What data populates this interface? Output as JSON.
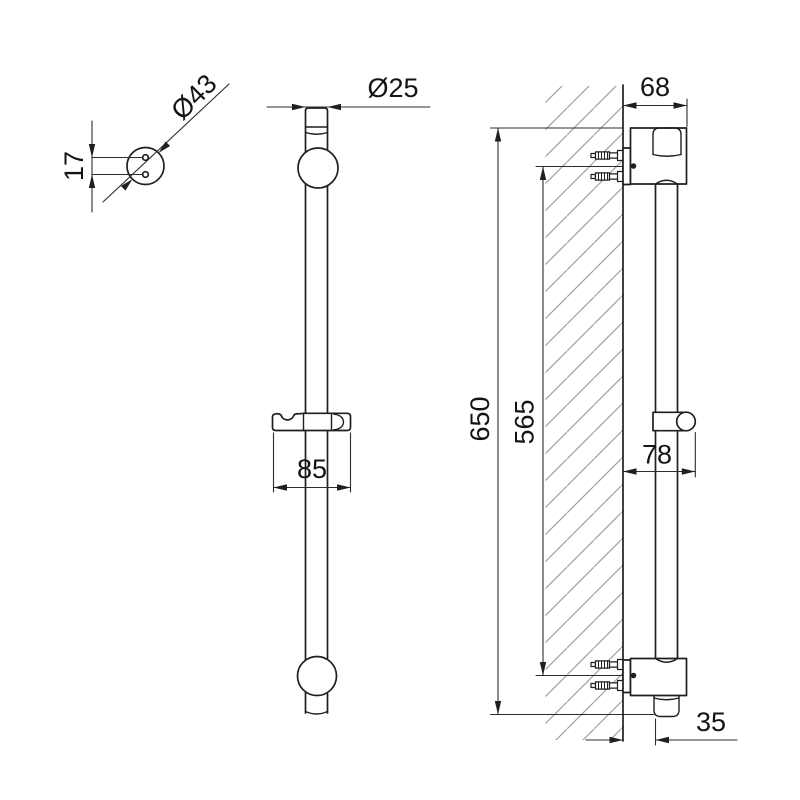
{
  "drawing": {
    "colors": {
      "line": "#1f1f1f",
      "dimension": "#2d2d2d",
      "hatch": "#9aa0a4",
      "background": "#ffffff"
    },
    "detail_view": {
      "diameter_label": "Ø43",
      "hole_spacing_label": "17"
    },
    "front_view": {
      "rail_diameter_label": "Ø25",
      "holder_width_label": "85"
    },
    "side_view": {
      "bracket_depth_label": "68",
      "rail_length_label": "650",
      "fixing_centers_label": "565",
      "holder_depth_label": "78",
      "wall_offset_label": "35"
    }
  }
}
